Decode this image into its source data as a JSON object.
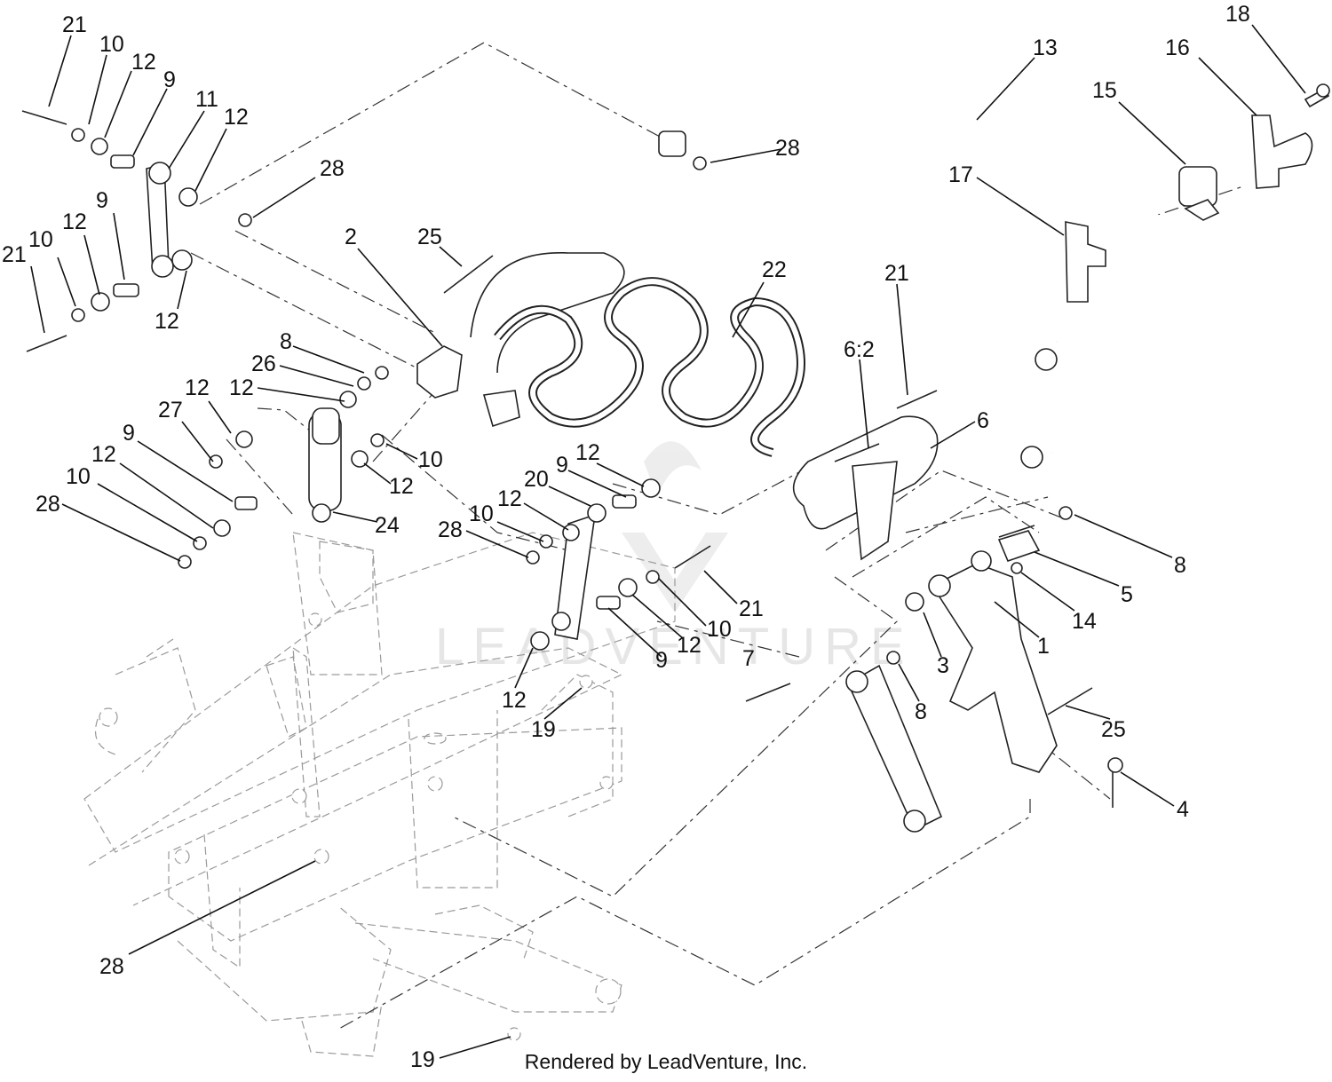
{
  "watermark": "LEADVENTURE",
  "credit": "Rendered by LeadVenture, Inc.",
  "callouts": [
    {
      "id": "c21a",
      "text": "21"
    },
    {
      "id": "c10a",
      "text": "10"
    },
    {
      "id": "c12a",
      "text": "12"
    },
    {
      "id": "c9a",
      "text": "9"
    },
    {
      "id": "c11",
      "text": "11"
    },
    {
      "id": "c12b",
      "text": "12"
    },
    {
      "id": "c28a",
      "text": "28"
    },
    {
      "id": "c21b",
      "text": "21"
    },
    {
      "id": "c10b",
      "text": "10"
    },
    {
      "id": "c12c",
      "text": "12"
    },
    {
      "id": "c9b",
      "text": "9"
    },
    {
      "id": "c12d",
      "text": "12"
    },
    {
      "id": "c13",
      "text": "13"
    },
    {
      "id": "c28b",
      "text": "28"
    },
    {
      "id": "c18",
      "text": "18"
    },
    {
      "id": "c16",
      "text": "16"
    },
    {
      "id": "c15",
      "text": "15"
    },
    {
      "id": "c17",
      "text": "17"
    },
    {
      "id": "c2",
      "text": "2"
    },
    {
      "id": "c25a",
      "text": "25"
    },
    {
      "id": "c22",
      "text": "22"
    },
    {
      "id": "c21c",
      "text": "21"
    },
    {
      "id": "c62",
      "text": "6:2"
    },
    {
      "id": "c6",
      "text": "6"
    },
    {
      "id": "c8a",
      "text": "8"
    },
    {
      "id": "c26",
      "text": "26"
    },
    {
      "id": "c12e",
      "text": "12"
    },
    {
      "id": "c12f",
      "text": "12"
    },
    {
      "id": "c27",
      "text": "27"
    },
    {
      "id": "c10c",
      "text": "10"
    },
    {
      "id": "c12g",
      "text": "12"
    },
    {
      "id": "c9c",
      "text": "9"
    },
    {
      "id": "c12h",
      "text": "12"
    },
    {
      "id": "c10d",
      "text": "10"
    },
    {
      "id": "c28c",
      "text": "28"
    },
    {
      "id": "c24",
      "text": "24"
    },
    {
      "id": "c12i",
      "text": "12"
    },
    {
      "id": "c9d",
      "text": "9"
    },
    {
      "id": "c20",
      "text": "20"
    },
    {
      "id": "c12j",
      "text": "12"
    },
    {
      "id": "c10e",
      "text": "10"
    },
    {
      "id": "c28d",
      "text": "28"
    },
    {
      "id": "c21d",
      "text": "21"
    },
    {
      "id": "c10f",
      "text": "10"
    },
    {
      "id": "c12k",
      "text": "12"
    },
    {
      "id": "c9e",
      "text": "9"
    },
    {
      "id": "c12l",
      "text": "12"
    },
    {
      "id": "c19a",
      "text": "19"
    },
    {
      "id": "c7",
      "text": "7"
    },
    {
      "id": "c8b",
      "text": "8"
    },
    {
      "id": "c3",
      "text": "3"
    },
    {
      "id": "c1",
      "text": "1"
    },
    {
      "id": "c14",
      "text": "14"
    },
    {
      "id": "c5",
      "text": "5"
    },
    {
      "id": "c8c",
      "text": "8"
    },
    {
      "id": "c25b",
      "text": "25"
    },
    {
      "id": "c4",
      "text": "4"
    },
    {
      "id": "c28e",
      "text": "28"
    },
    {
      "id": "c19b",
      "text": "19"
    }
  ]
}
